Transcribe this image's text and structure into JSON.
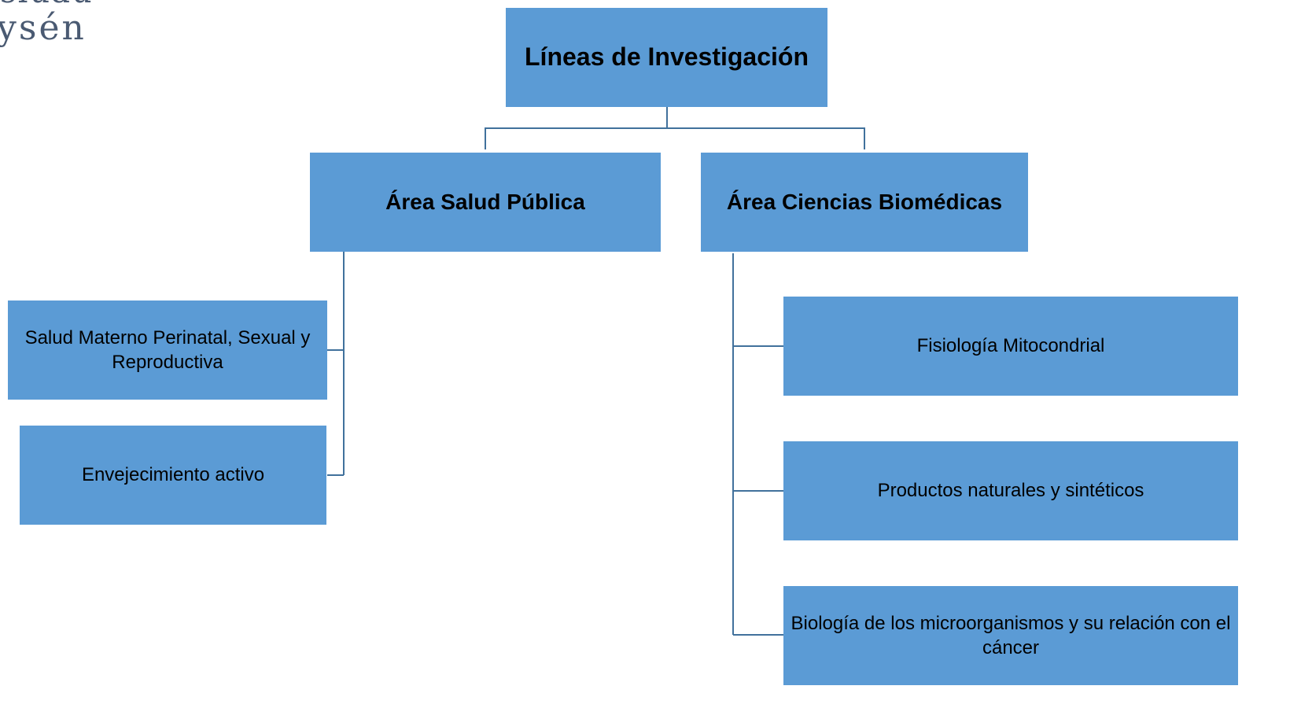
{
  "logo": {
    "line1": "siuau",
    "line2": "ysén"
  },
  "diagram": {
    "root": "Líneas de Investigación",
    "areas": [
      {
        "label": "Área Salud Pública",
        "lines": [
          "Salud Materno Perinatal, Sexual y Reproductiva",
          "Envejecimiento activo"
        ]
      },
      {
        "label": "Área Ciencias Biomédicas",
        "lines": [
          "Fisiología Mitocondrial",
          "Productos naturales y sintéticos",
          "Biología de los microorganismos y su relación con el cáncer"
        ]
      }
    ]
  },
  "colors": {
    "box_fill": "#5b9bd5",
    "connector": "#41719c",
    "text": "#000000"
  }
}
